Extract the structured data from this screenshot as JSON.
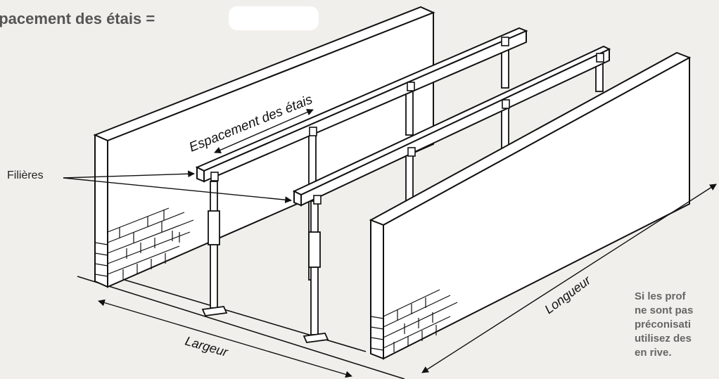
{
  "header": {
    "spacing_label": "spacement des étais =",
    "spacing_value": ""
  },
  "diagram": {
    "spacing_annotation": "Espacement des étais",
    "filieres_label": "Filières",
    "longueur_label": "Longueur",
    "largeur_label": "Largeur"
  },
  "note": {
    "lines": [
      "Si les prof",
      "ne sont pas",
      "préconisati",
      "utilisez des",
      "en rive."
    ]
  }
}
